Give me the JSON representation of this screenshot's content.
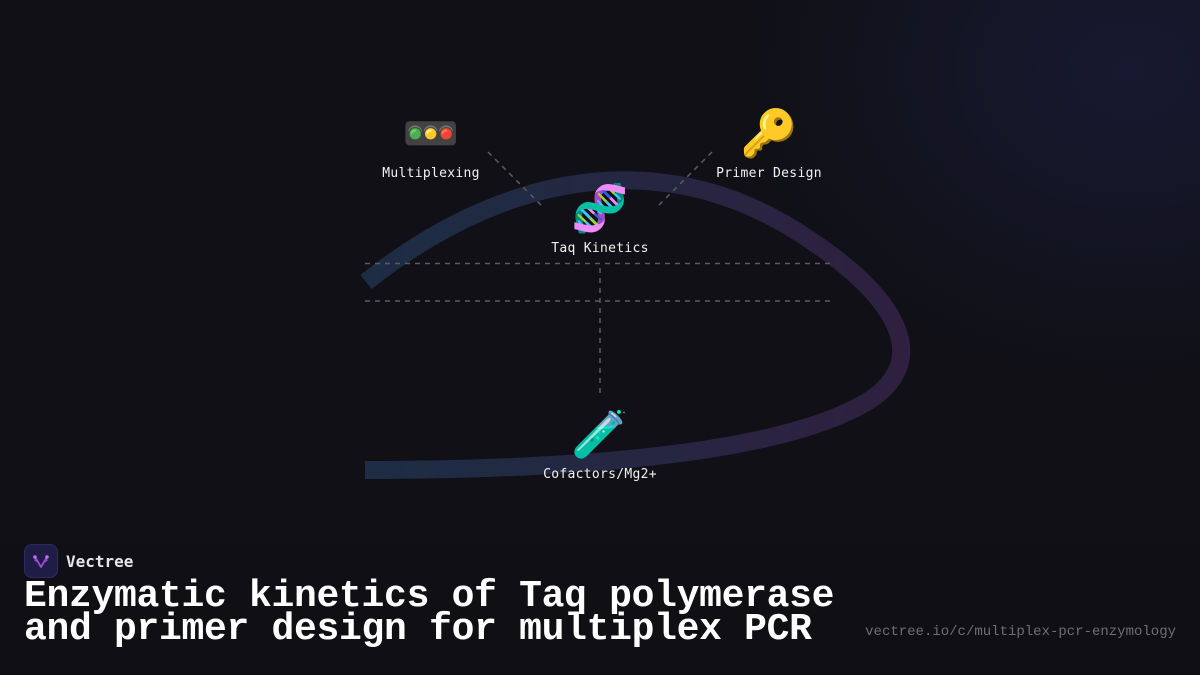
{
  "diagram": {
    "nodes": [
      {
        "id": "multiplexing",
        "label": "Multiplexing",
        "icon": "traffic-light-icon",
        "glyph": "🚥"
      },
      {
        "id": "taq-kinetics",
        "label": "Taq Kinetics",
        "icon": "dna-icon",
        "glyph": "🧬"
      },
      {
        "id": "primer-design",
        "label": "Primer Design",
        "icon": "key-icon",
        "glyph": "🔑"
      },
      {
        "id": "cofactors",
        "label": "Cofactors/Mg2+",
        "icon": "test-tube-icon",
        "glyph": "🧪"
      }
    ],
    "colors": {
      "curve_start": "#1c2d44",
      "curve_end": "#2f2040",
      "dashed_line": "#5a5a60",
      "background": "#101016"
    }
  },
  "brand": {
    "name": "Vectree",
    "logo_icon": "vectree-logo-icon",
    "logo_color": "#a545e0"
  },
  "title": {
    "line1": "Enzymatic kinetics of Taq polymerase",
    "line2": "and primer design for multiplex PCR"
  },
  "url": "vectree.io/c/multiplex-pcr-enzymology"
}
